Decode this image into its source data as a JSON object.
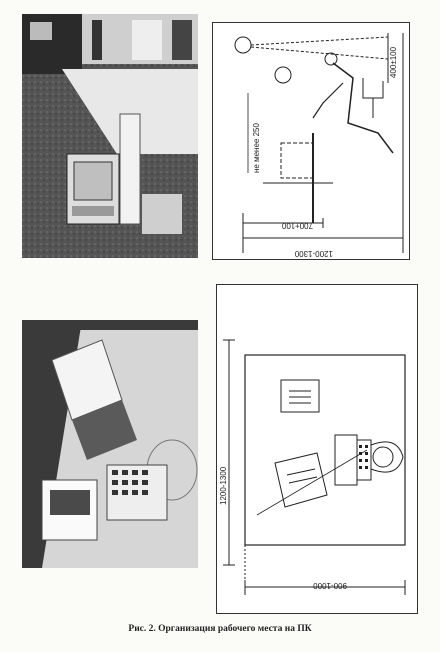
{
  "figure": {
    "caption": "Рис. 2. Организация рабочего места на ПК"
  },
  "top_drawing": {
    "dim_height_range": "400±100",
    "dim_not_less": "не менее 250",
    "dim_distance": "700±100",
    "dim_total": "1200-1300"
  },
  "bottom_drawing": {
    "dim_side": "1200-1300",
    "dim_bottom": "900-1000"
  },
  "colors": {
    "ink": "#222222",
    "paper": "#ffffff",
    "photo_dark": "#3c3c3c",
    "photo_light": "#d8d8d8"
  }
}
